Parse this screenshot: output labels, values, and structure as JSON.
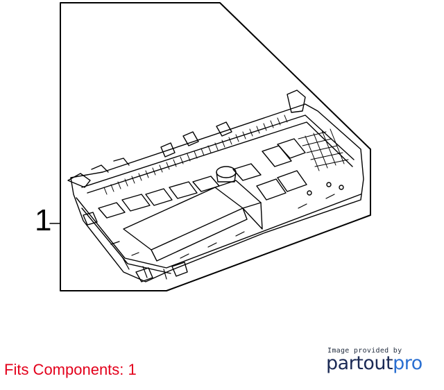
{
  "diagram": {
    "callout_number": "1",
    "part_description": "fuse-and-relay-box-assembly"
  },
  "footer": {
    "fits_components": "Fits Components: 1",
    "image_credit": "Image provided by",
    "brand": {
      "part": "part",
      "out": "out",
      "pro": "pro"
    }
  },
  "colors": {
    "fits_text": "#e3001b",
    "brand_dark": "#1b2a55",
    "brand_accent": "#2a6fd1",
    "line": "#000000"
  }
}
